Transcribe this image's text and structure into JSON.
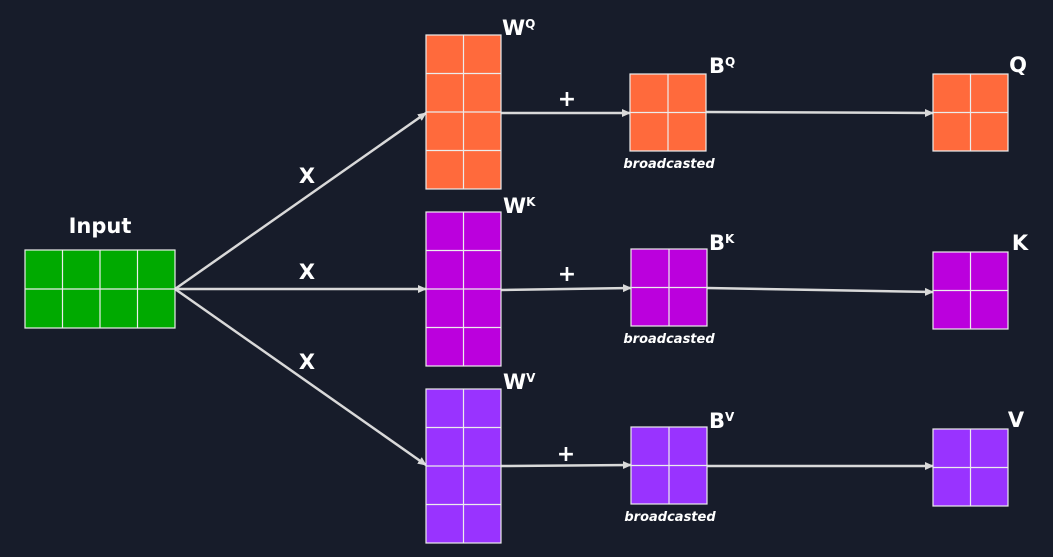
{
  "input_label": "Input",
  "multiply_symbol": "X",
  "add_symbol": "+",
  "broadcast_note": "broadcasted",
  "colors": {
    "input": "#00aa00",
    "q": "#ff6a3c",
    "k": "#bb00dd",
    "v": "#9933ff",
    "arrow": "#d9d9d9",
    "background": "#171c2a"
  },
  "branches": [
    {
      "weight_base": "W",
      "weight_sup": "Q",
      "bias_base": "B",
      "bias_sup": "Q",
      "output": "Q"
    },
    {
      "weight_base": "W",
      "weight_sup": "K",
      "bias_base": "B",
      "bias_sup": "K",
      "output": "K"
    },
    {
      "weight_base": "W",
      "weight_sup": "V",
      "bias_base": "B",
      "bias_sup": "V",
      "output": "V"
    }
  ]
}
